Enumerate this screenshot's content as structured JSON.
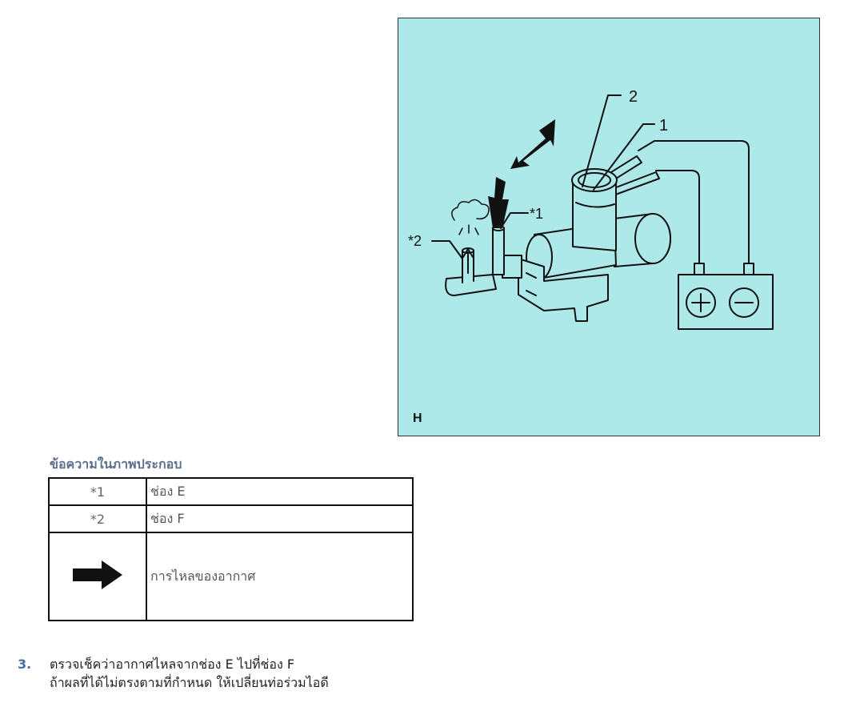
{
  "figure": {
    "id_letter": "H",
    "callouts": {
      "c1": "1",
      "c2": "2",
      "port_e": "*1",
      "port_f": "*2"
    },
    "colors": {
      "background": "#aee9ea",
      "line": "#111111"
    }
  },
  "legend": {
    "heading": "ข้อความในภาพประกอบ",
    "rows": [
      {
        "symbol": "*1",
        "text": "ช่อง E"
      },
      {
        "symbol": "*2",
        "text": "ช่อง F"
      },
      {
        "symbol_icon": "right-arrow-icon",
        "text": "การไหลของอากาศ"
      }
    ]
  },
  "step": {
    "number": "3.",
    "line1": "ตรวจเช็คว่าอากาศไหลจากช่อง E ไปที่ช่อง F",
    "line2": "ถ้าผลที่ได้ไม่ตรงตามที่กำหนด ให้เปลี่ยนท่อร่วมไอดี"
  }
}
